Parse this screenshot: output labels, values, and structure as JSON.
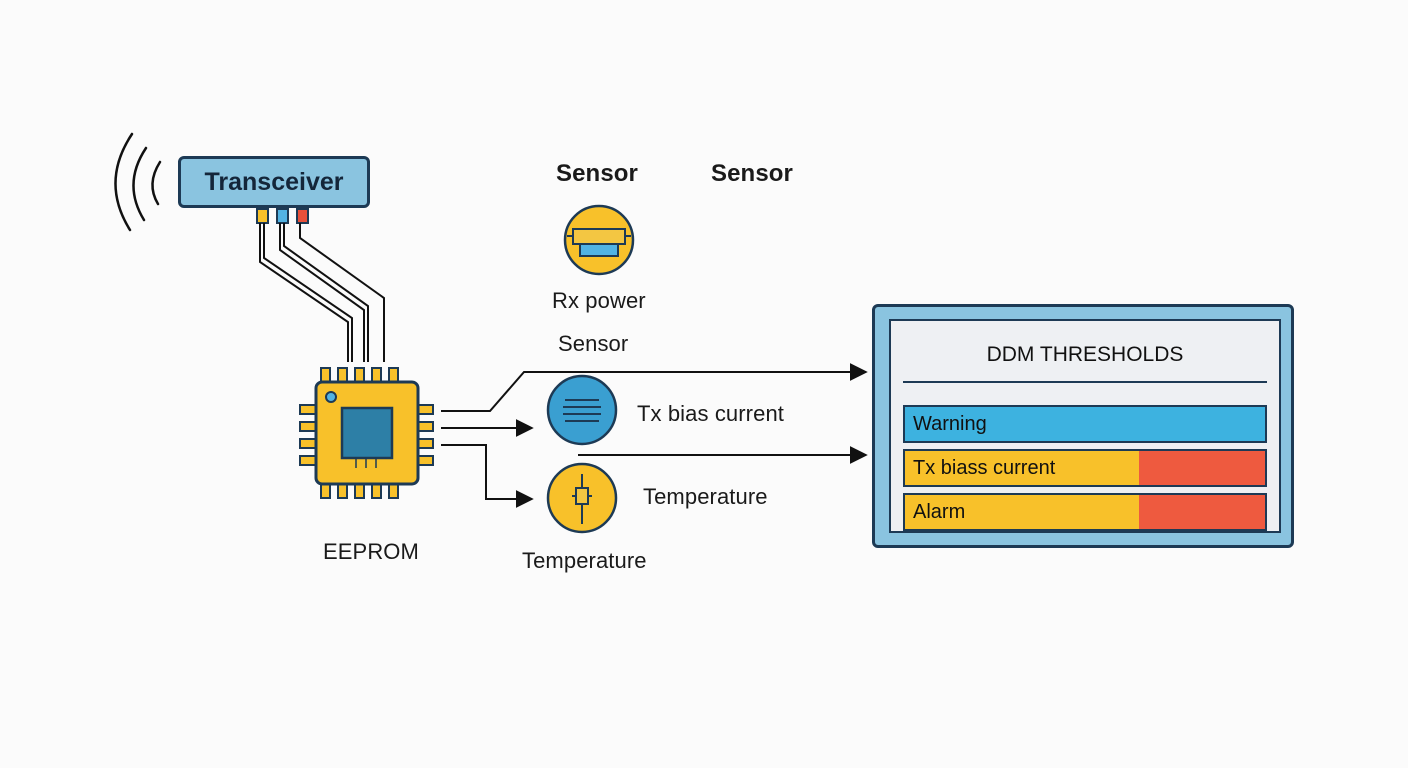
{
  "labels": {
    "transceiver": "Transceiver",
    "sensor_top_1": "Sensor",
    "sensor_top_2": "Sensor",
    "rx_power": "Rx power",
    "sensor_mid": "Sensor",
    "tx_bias_current": "Tx bias current",
    "temperature_right": "Temperature",
    "temperature_below": "Temperature",
    "eeprom": "EEPROM"
  },
  "panel": {
    "title": "DDM THRESHOLDS",
    "bars": [
      {
        "label": "Warning",
        "fill": 1.0,
        "primary_color": "#3db2e0",
        "secondary_color": "#3db2e0"
      },
      {
        "label": "Tx biass current",
        "fill": 0.65,
        "primary_color": "#f8c12a",
        "secondary_color": "#ee5a3f"
      },
      {
        "label": "Alarm",
        "fill": 0.65,
        "primary_color": "#f8c12a",
        "secondary_color": "#ee5a3f"
      }
    ]
  },
  "colors": {
    "chip": "#f8c12a",
    "chip_core": "#2d7fa6",
    "panel_frame": "#8ac4e0",
    "outline": "#1d3a55",
    "sensor_yellow": "#f8c12a",
    "sensor_blue": "#3a9fd1",
    "pin_yellow": "#f8c12a",
    "pin_blue": "#52b3e3",
    "pin_red": "#e8503a"
  },
  "icons": {
    "signal": "wifi-signal-icon",
    "rx_sensor": "photodiode-icon",
    "tx_sensor": "laser-bias-icon",
    "temp_sensor": "thermometer-icon"
  }
}
